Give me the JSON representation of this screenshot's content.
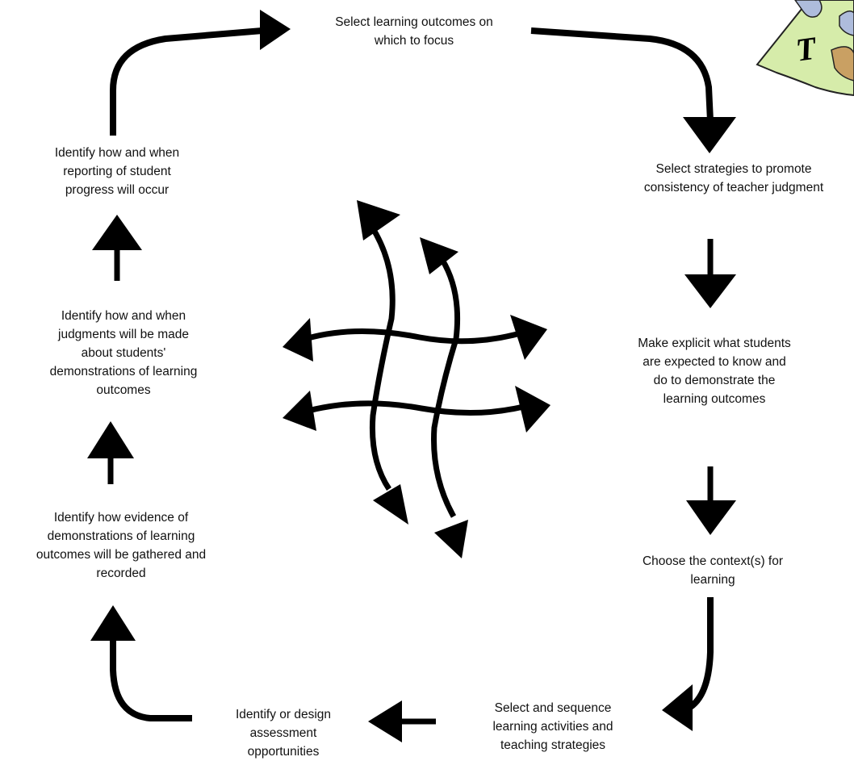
{
  "diagram": {
    "type": "cycle",
    "steps": [
      "Select learning outcomes on\nwhich to focus",
      "Select strategies to promote\nconsistency of teacher judgment",
      "Make explicit what students\nare expected to know and\ndo to  demonstrate the\nlearning outcomes",
      "Choose the context(s) for\nlearning",
      "Select and sequence\nlearning activities and\nteaching strategies",
      "Identify or design\nassessment\nopportunities",
      "Identify how evidence of\ndemonstrations of learning\noutcomes will be gathered and\nrecorded",
      "Identify how and when\njudgments will be made\nabout students'\ndemonstrations of learning\noutcomes",
      "Identify how and when\nreporting of student\nprogress will occur"
    ],
    "corner_logo_letter": "T",
    "colors": {
      "ink": "#000000",
      "text": "#111111",
      "logo_green": "#d6ecaa",
      "logo_blue": "#aebcdc",
      "logo_orange": "#c9a063"
    }
  }
}
